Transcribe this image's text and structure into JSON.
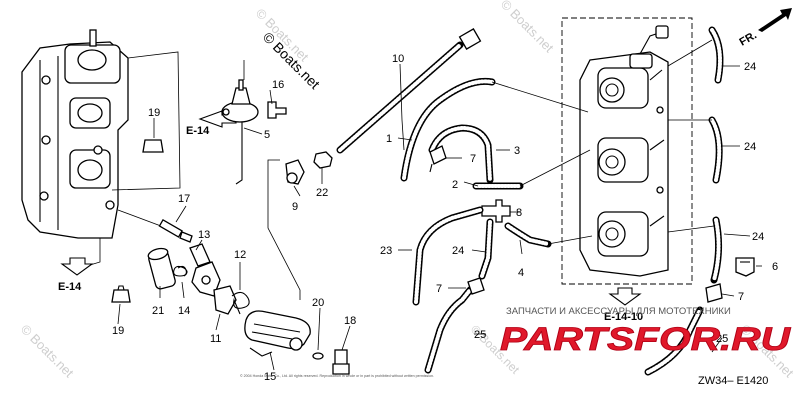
{
  "watermark": {
    "top": "© Boats.net",
    "bottom_left": "© Boats.net",
    "right_top": "© Boats.net",
    "right_bottom": "© Boats.net",
    "center": "© Boats.net",
    "copyright_line": "© 2004 Honda Motor Co., Ltd. All rights reserved. Reproduction in whole or in part is prohibited without written permission."
  },
  "part_labels": [
    "1",
    "2",
    "3",
    "4",
    "5",
    "6",
    "7",
    "7",
    "7",
    "8",
    "9",
    "10",
    "11",
    "12",
    "13",
    "14",
    "15",
    "16",
    "17",
    "18",
    "19",
    "19",
    "20",
    "21",
    "22",
    "23",
    "24",
    "24",
    "24",
    "24",
    "24",
    "25",
    "25"
  ],
  "refs": {
    "e14_left": "E-14",
    "e14_bottom": "E-14",
    "e1410": "E-14-10"
  },
  "direction": "FR.",
  "diagram_code": "ZW34– E1420",
  "banner": {
    "subtitle": "ЗАПЧАСТИ И АКСЕССУАРЫ ДЛЯ МОТОТЕХНИКИ",
    "logo_text": "PARTSFOR.RU",
    "logo_color": "#e0182a"
  }
}
